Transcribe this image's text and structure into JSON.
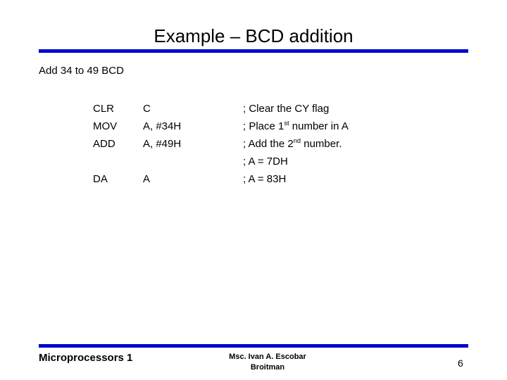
{
  "slide": {
    "title": "Example – BCD addition",
    "subtitle": "Add 34 to 49 BCD",
    "accent_color": "#0000cc",
    "background_color": "#ffffff",
    "text_color": "#000000"
  },
  "code": {
    "rows": [
      {
        "mnemonic": "CLR",
        "operand": "C",
        "comment_prefix": "; Clear the CY flag",
        "comment_sup": "",
        "comment_suffix": ""
      },
      {
        "mnemonic": "MOV",
        "operand": "A, #34H",
        "comment_prefix": "; Place 1",
        "comment_sup": "st",
        "comment_suffix": " number in A"
      },
      {
        "mnemonic": "ADD",
        "operand": "A, #49H",
        "comment_prefix": "; Add the 2",
        "comment_sup": "nd",
        "comment_suffix": " number."
      },
      {
        "mnemonic": "",
        "operand": "",
        "comment_prefix": "; A = 7DH",
        "comment_sup": "",
        "comment_suffix": ""
      },
      {
        "mnemonic": "DA",
        "operand": "A",
        "comment_prefix": "; A = 83H",
        "comment_sup": "",
        "comment_suffix": ""
      }
    ]
  },
  "footer": {
    "left": "Microprocessors 1",
    "center_line1": "Msc. Ivan A. Escobar",
    "center_line2": "Broitman",
    "page_number": "6"
  }
}
